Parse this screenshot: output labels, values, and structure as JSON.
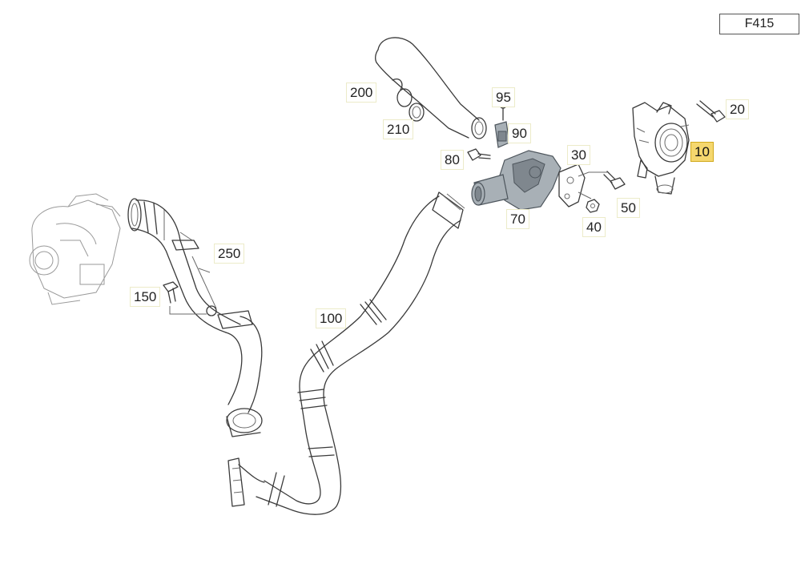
{
  "diagram_id": "F415",
  "callouts": [
    {
      "key": "c10",
      "label": "10",
      "highlighted": true
    },
    {
      "key": "c20",
      "label": "20",
      "highlighted": false
    },
    {
      "key": "c30",
      "label": "30",
      "highlighted": false
    },
    {
      "key": "c40",
      "label": "40",
      "highlighted": false
    },
    {
      "key": "c50",
      "label": "50",
      "highlighted": false
    },
    {
      "key": "c70",
      "label": "70",
      "highlighted": false
    },
    {
      "key": "c80",
      "label": "80",
      "highlighted": false
    },
    {
      "key": "c90",
      "label": "90",
      "highlighted": false
    },
    {
      "key": "c95",
      "label": "95",
      "highlighted": false
    },
    {
      "key": "c100",
      "label": "100",
      "highlighted": false
    },
    {
      "key": "c150",
      "label": "150",
      "highlighted": false
    },
    {
      "key": "c200",
      "label": "200",
      "highlighted": false
    },
    {
      "key": "c210",
      "label": "210",
      "highlighted": false
    },
    {
      "key": "c250",
      "label": "250",
      "highlighted": false
    }
  ],
  "colors": {
    "highlight": "#f5d76e",
    "part_fill": "#a8b0b6",
    "line": "#3a3a3a"
  }
}
